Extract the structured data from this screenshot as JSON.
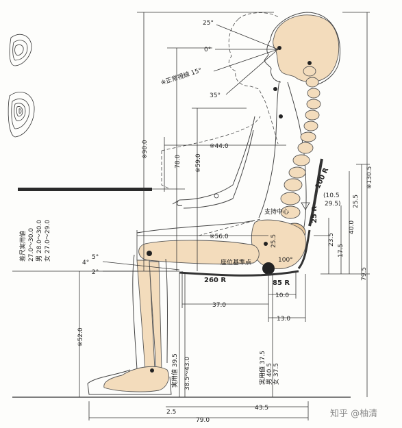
{
  "angles": {
    "a25": "25°",
    "a0": "0°",
    "sight_line": "正常視線 15°",
    "a35": "35°",
    "a5": "5°",
    "a4": "4°",
    "a2": "2°",
    "a100": "100°"
  },
  "dims": {
    "d90": "90.0",
    "d78": "78.0",
    "d59": "59.0",
    "d44": "44.0",
    "d56": "56.0",
    "d37": "37.0",
    "d10": "10.0",
    "d13": "13.0",
    "d52": "52.0",
    "d395": "実用値 39.5",
    "d385": "38.5～43.0",
    "d375": "実用値 37.5",
    "d405": "男 40.5",
    "d375f": "女 37.5",
    "d25": "2.5",
    "d435": "43.5",
    "d79": "79.0",
    "d1305": "130.5",
    "d255": "25.5",
    "d40": "40.0",
    "d795": "79.5",
    "d235": "23.5",
    "d175": "17.5",
    "d255b": "25.5",
    "paren1": "(10.5",
    "paren2": "29.5)"
  },
  "radii": {
    "r100": "100 R",
    "r25": "25 R",
    "r260": "260 R",
    "r85": "85 R"
  },
  "labels": {
    "support_center": "支持中心",
    "seat_ref_point": "座位基準点",
    "diff_title": "差尺実用値",
    "diff_all": "27.0～30.0",
    "diff_male": "男 28.0～30.0",
    "diff_female": "女 27.0～29.0",
    "star": "※"
  },
  "watermark": "知乎 @柚清",
  "colors": {
    "bone": "#f3dcbc",
    "bone_dark": "#e9c89c",
    "ink": "#333333",
    "table": "#2a2a2a"
  }
}
